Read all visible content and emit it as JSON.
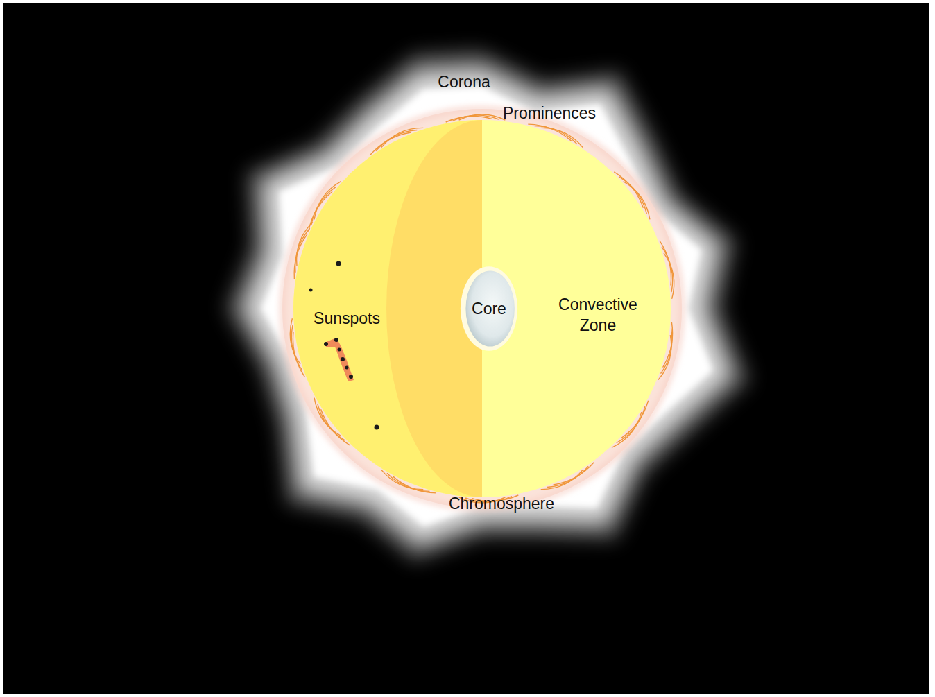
{
  "diagram": {
    "nodes": [
      {
        "text": [
          "Core"
        ]
      }
    ],
    "labels": [
      "Corona",
      "Prominences",
      "Sunspots",
      "Convective Zone",
      "Chromosphere"
    ]
  }
}
